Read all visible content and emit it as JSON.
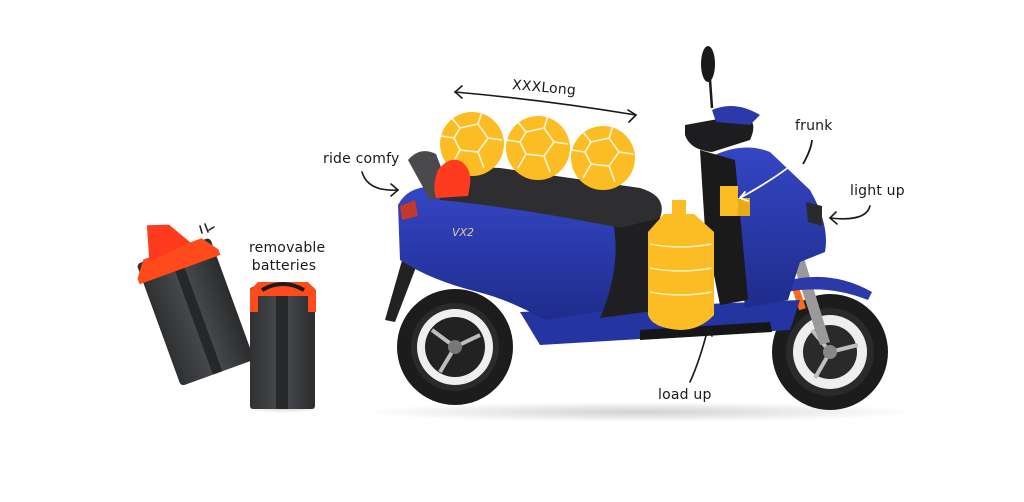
{
  "annotations": {
    "xxxlong": "XXXLong",
    "ride_comfy": "ride comfy",
    "frunk": "frunk",
    "light_up": "light up",
    "load_up": "load up",
    "removable_batteries_line1": "removable",
    "removable_batteries_line2": "batteries"
  },
  "scooter": {
    "model_badge": "VX2",
    "body_color": "#2b3aa8",
    "seat_color": "#2e2e30",
    "tire_color": "#1c1c1c"
  },
  "overlays": {
    "ball_color": "#fbbd23",
    "ball_count": 3,
    "bottle_color": "#fbbd23",
    "hand_color": "#ff3b1f"
  },
  "batteries": {
    "count": 2,
    "body_color": "#3a3b3d",
    "accent_color": "#ff4a1c"
  }
}
